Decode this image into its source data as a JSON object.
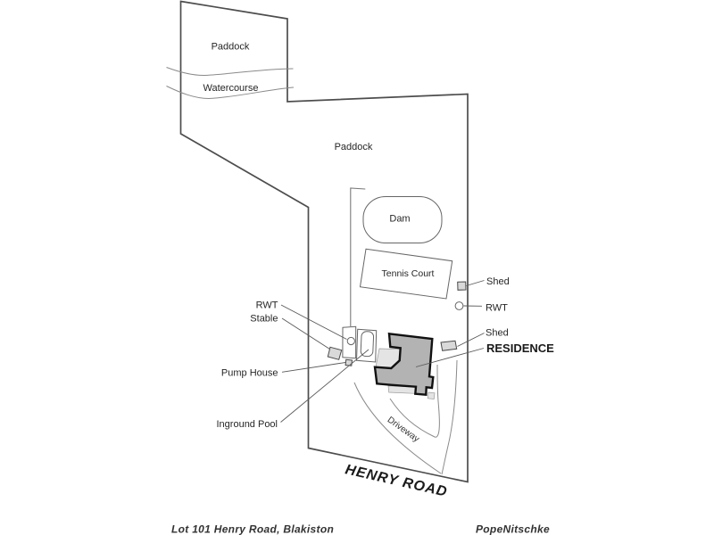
{
  "plan": {
    "labels": {
      "paddock_north": "Paddock",
      "watercourse": "Watercourse",
      "paddock_main": "Paddock",
      "dam": "Dam",
      "tennis_court": "Tennis Court",
      "shed_north": "Shed",
      "rwt_east": "RWT",
      "rwt_west": "RWT",
      "stable": "Stable",
      "shed_garage": "Shed",
      "residence": "RESIDENCE",
      "pump_house": "Pump House",
      "inground_pool": "Inground Pool",
      "driveway": "Driveway",
      "road": "HENRY ROAD"
    },
    "colors": {
      "residence_fill": "#b3b3b3",
      "outbuilding_fill": "#d9d9d9",
      "patio_fill": "#e4e4e4",
      "boundary_line": "#4d4d4d",
      "text": "#262626"
    }
  },
  "footer": {
    "address": "Lot 101 Henry Road, Blakiston",
    "agency": "PopeNitschke"
  }
}
